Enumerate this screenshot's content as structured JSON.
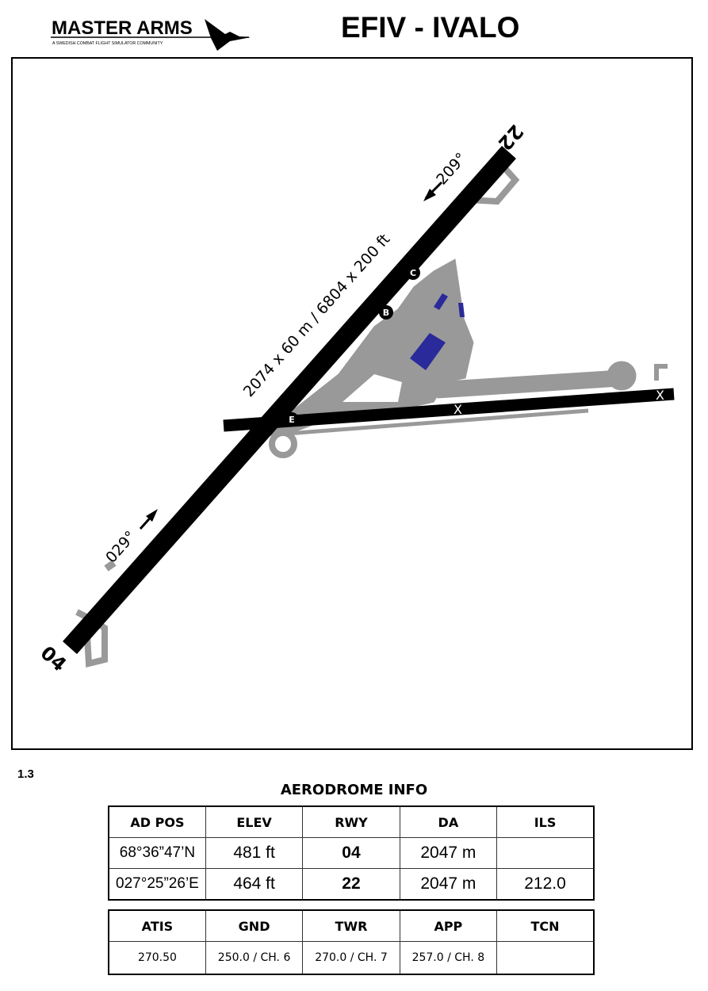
{
  "header": {
    "logo_text": "MASTER ARMS",
    "logo_subtitle": "A SWEDISH COMBAT FLIGHT SIMULATOR COMMUNITY",
    "title": "EFIV - IVALO"
  },
  "map": {
    "runway_dimensions": "2074 x 60 m / 6804 x 200 ft",
    "runway_end_04": "04",
    "runway_end_22": "22",
    "heading_04": "029°",
    "heading_22": "209°",
    "taxiways": [
      "C",
      "B",
      "E"
    ],
    "colors": {
      "runway": "#000000",
      "taxiway": "#999999",
      "building": "#2a2a9a"
    }
  },
  "version": "1.3",
  "aerodrome": {
    "title": "AERODROME INFO",
    "headers": [
      "AD POS",
      "ELEV",
      "RWY",
      "DA",
      "ILS"
    ],
    "rows": [
      [
        "68°36”47’N",
        "481 ft",
        "04",
        "2047 m",
        ""
      ],
      [
        "027°25”26’E",
        "464 ft",
        "22",
        "2047 m",
        "212.0"
      ]
    ]
  },
  "comms": {
    "headers": [
      "ATIS",
      "GND",
      "TWR",
      "APP",
      "TCN"
    ],
    "values": [
      "270.50",
      "250.0 / CH. 6",
      "270.0 / CH. 7",
      "257.0 / CH. 8",
      ""
    ]
  }
}
